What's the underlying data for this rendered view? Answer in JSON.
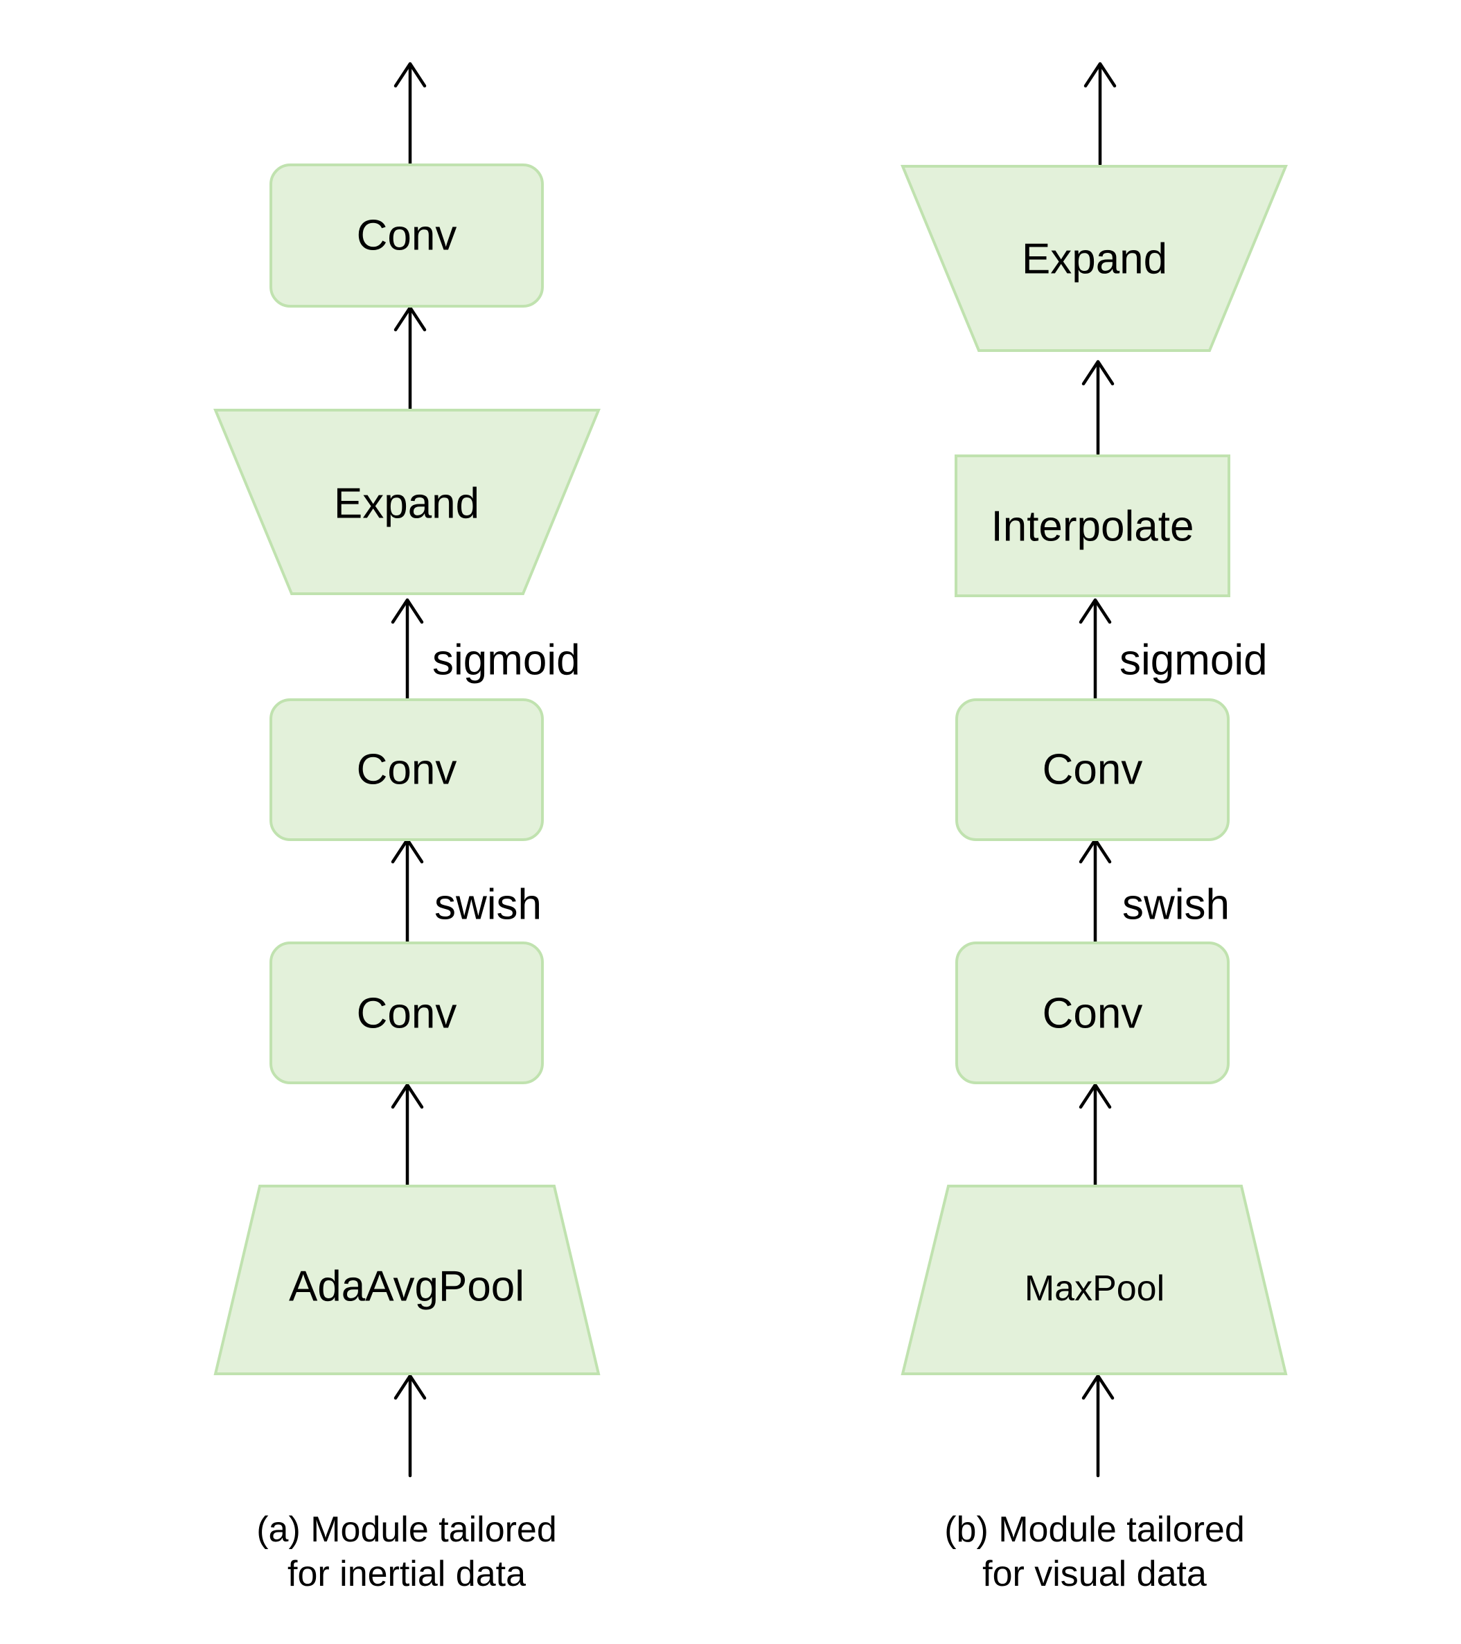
{
  "panel_a": {
    "nodes": {
      "pool": "AdaAvgPool",
      "conv1": "Conv",
      "conv2": "Conv",
      "expand": "Expand",
      "conv3": "Conv"
    },
    "edge_labels": {
      "swish": "swish",
      "sigmoid": "sigmoid"
    },
    "caption": [
      "(a) Module tailored",
      "for inertial data"
    ]
  },
  "panel_b": {
    "nodes": {
      "pool": "MaxPool",
      "conv1": "Conv",
      "conv2": "Conv",
      "interpolate": "Interpolate",
      "expand": "Expand"
    },
    "edge_labels": {
      "swish": "swish",
      "sigmoid": "sigmoid"
    },
    "caption": [
      "(b) Module tailored",
      "for visual data"
    ]
  },
  "colors": {
    "node_fill": "#e3f1da",
    "node_stroke": "#c0e2af",
    "arrow": "#000000"
  }
}
